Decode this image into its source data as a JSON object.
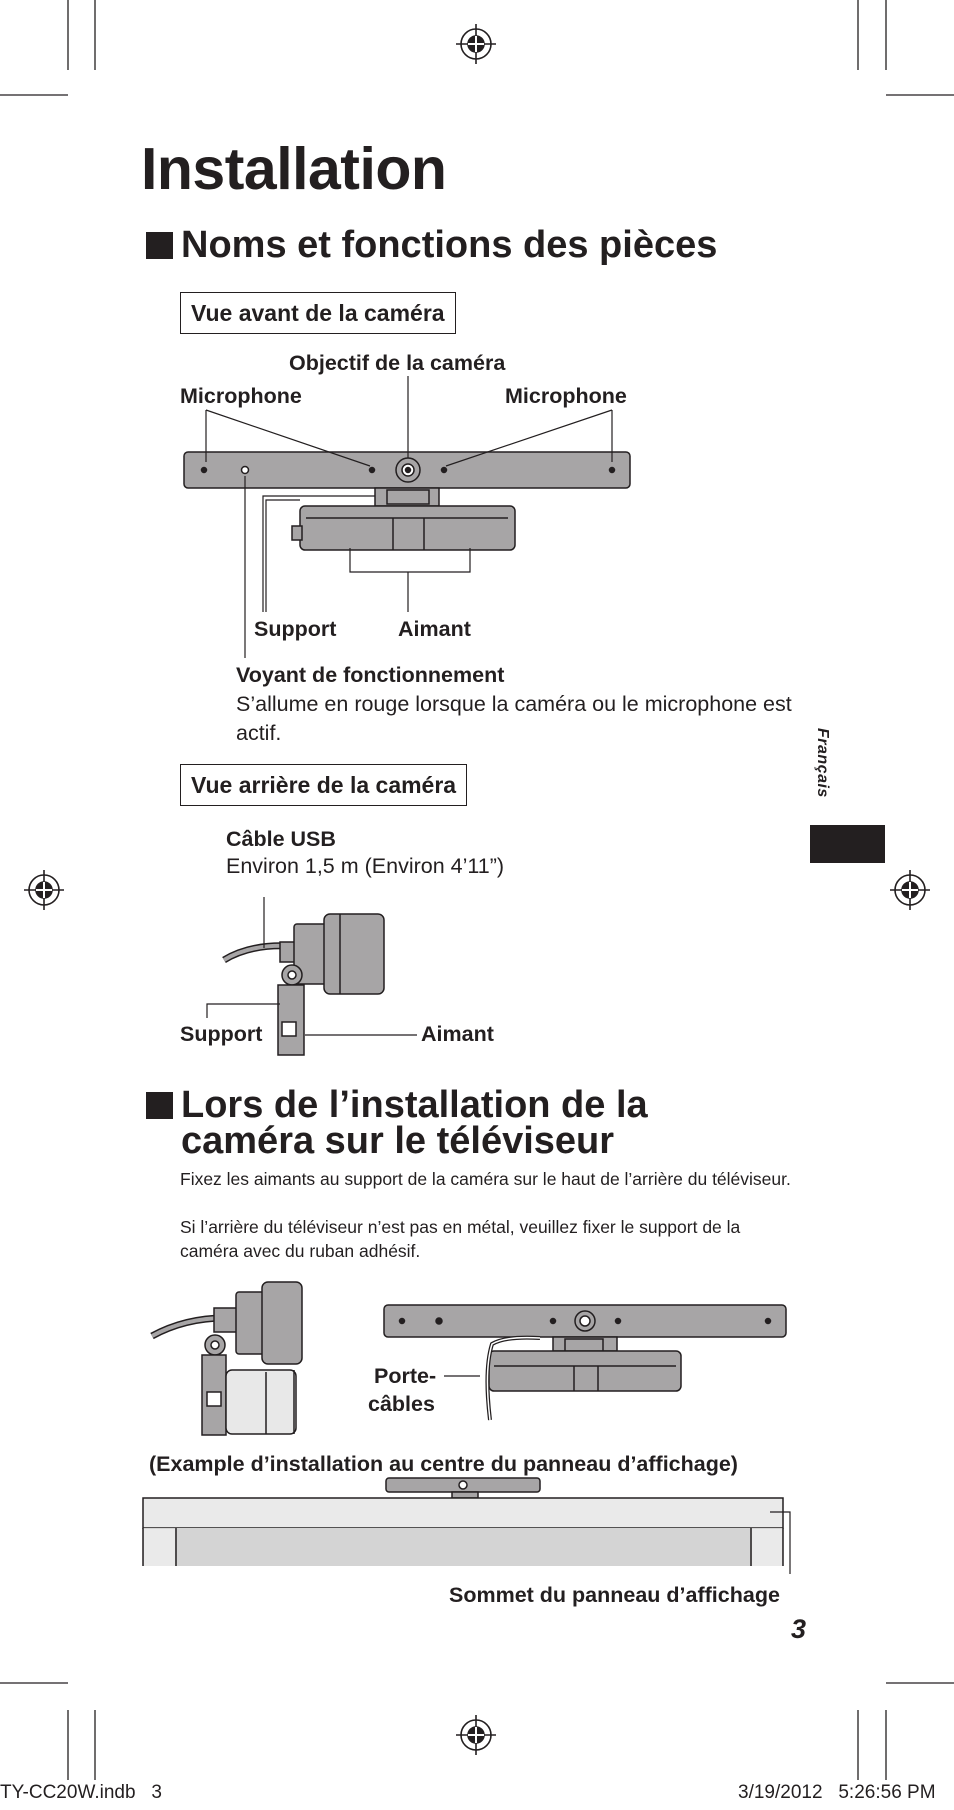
{
  "page_title": "Installation",
  "section1": {
    "heading": "Noms et fonctions des pièces",
    "front_view": {
      "box_label": "Vue avant de la caméra",
      "lens_label": "Objectif de la caméra",
      "mic_left": "Microphone",
      "mic_right": "Microphone",
      "support": "Support",
      "magnet": "Aimant",
      "indicator_title": "Voyant de fonctionnement",
      "indicator_desc": "S’allume en rouge lorsque la caméra ou le microphone est actif."
    },
    "rear_view": {
      "box_label": "Vue arrière de la caméra",
      "cable_title": "Câble USB",
      "cable_desc": "Environ 1,5 m (Environ 4’11”)",
      "support": "Support",
      "magnet": "Aimant"
    }
  },
  "section2": {
    "heading_line1": "Lors de l’installation de la",
    "heading_line2": "caméra sur le téléviseur",
    "para1": "Fixez les aimants au support de la caméra sur le haut de l’arrière du téléviseur.",
    "para2": "Si l’arrière du téléviseur n’est pas en métal, veuillez fixer le support de la caméra avec du ruban adhésif.",
    "cable_holder_line1": "Porte-",
    "cable_holder_line2": "câbles",
    "example_caption": "(Example d’installation au centre du panneau d’affichage)",
    "panel_top_label": "Sommet du panneau d’affichage"
  },
  "language_tab": "Français",
  "page_number": "3",
  "footer": {
    "file": "TY-CC20W.indb   3",
    "date": "3/19/2012   5:26:56 PM"
  },
  "colors": {
    "text": "#231f20",
    "device_gray": "#a7a5a6",
    "tab_black": "#231f20"
  }
}
